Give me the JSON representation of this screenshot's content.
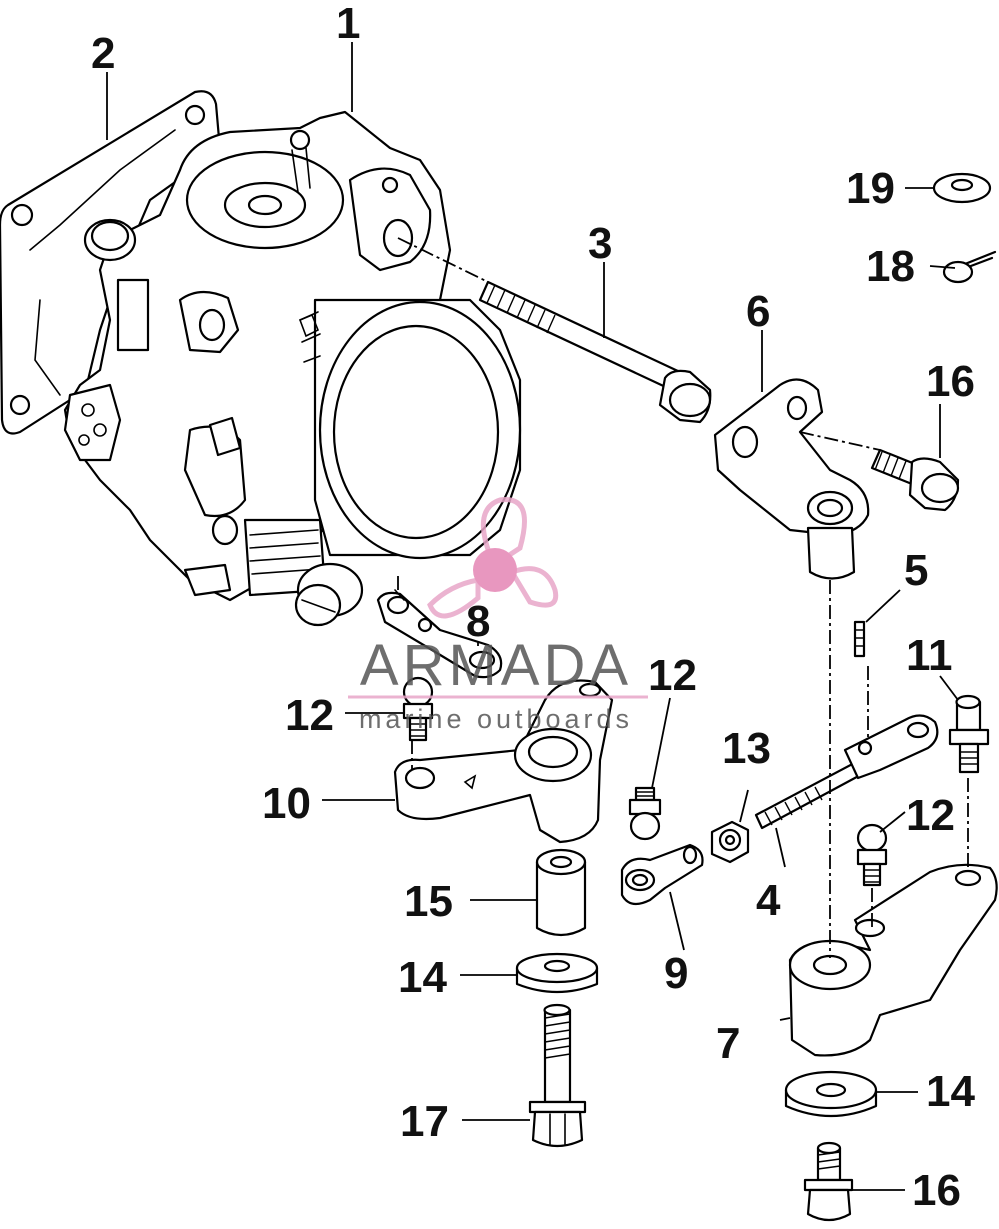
{
  "callouts": {
    "c1": "1",
    "c2": "2",
    "c3": "3",
    "c4": "4",
    "c5": "5",
    "c6": "6",
    "c7": "7",
    "c8": "8",
    "c9": "9",
    "c10": "10",
    "c11": "11",
    "c12a": "12",
    "c12b": "12",
    "c12c": "12",
    "c13": "13",
    "c14a": "14",
    "c14b": "14",
    "c15": "15",
    "c16a": "16",
    "c16b": "16",
    "c17": "17",
    "c18": "18",
    "c19": "19"
  },
  "watermark": {
    "brand": "ARMADA",
    "tagline": "marine outboards",
    "logo_color": "#e8a6c8",
    "hub_color": "#e586b4"
  },
  "colors": {
    "line": "#000000",
    "label": "#111111",
    "background": "#ffffff"
  }
}
